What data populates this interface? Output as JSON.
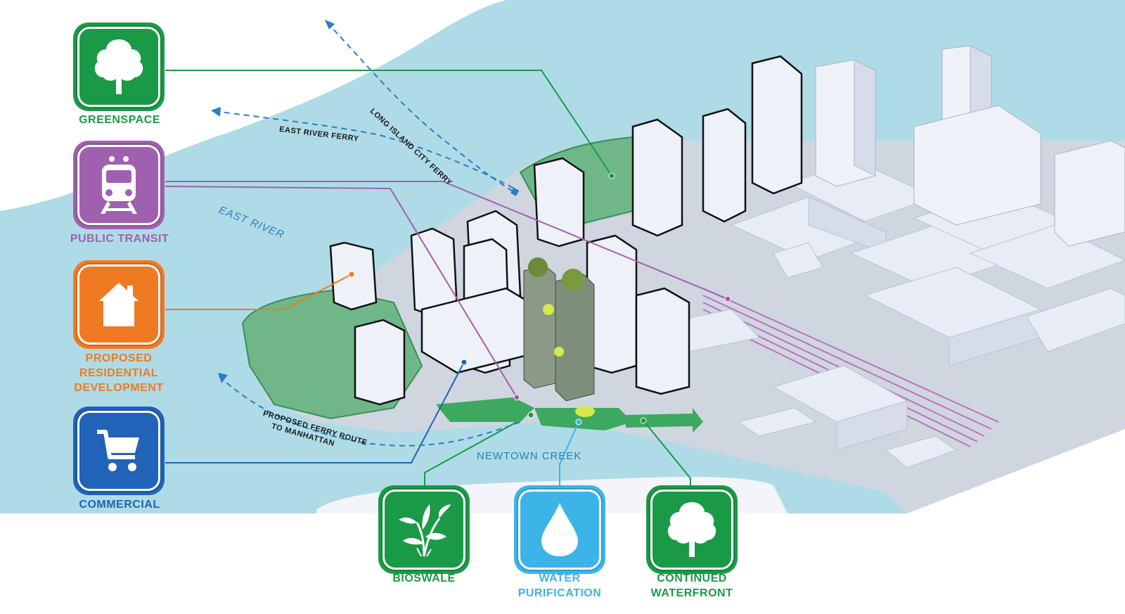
{
  "colors": {
    "water": "#aedbe6",
    "green": "#1a9a46",
    "purple": "#a060b0",
    "orange": "#f07a22",
    "blue": "#2063b8",
    "aqua": "#3db4e8",
    "ferry_route": "#2a7fc0"
  },
  "legend_left": [
    {
      "label": "GREENSPACE",
      "icon": "tree-icon",
      "color": "#1a9a46"
    },
    {
      "label": "PUBLIC TRANSIT",
      "icon": "train-icon",
      "color": "#a060b0"
    },
    {
      "label": "PROPOSED RESIDENTIAL DEVELOPMENT",
      "icon": "house-icon",
      "color": "#f07a22"
    },
    {
      "label": "COMMERCIAL",
      "icon": "shopping-cart-icon",
      "color": "#2063b8"
    }
  ],
  "legend_bottom": [
    {
      "label": "BIOSWALE",
      "icon": "plant-icon",
      "color": "#1a9a46"
    },
    {
      "label": "WATER PURIFICATION",
      "icon": "water-drop-icon",
      "color": "#3db4e8"
    },
    {
      "label": "CONTINUED WATERFRONT",
      "icon": "tree-icon",
      "color": "#1a9a46"
    }
  ],
  "map_labels": {
    "long_island_city_ferry": "LONG ISLAND CITY FERRY",
    "east_river_ferry": "EAST RIVER FERRY",
    "east_river": "EAST RIVER",
    "proposed_ferry_line1": "PROPOSED FERRY ROUTE",
    "proposed_ferry_line2": "TO MANHATTAN",
    "newtown_creek": "NEWTOWN CREEK"
  }
}
